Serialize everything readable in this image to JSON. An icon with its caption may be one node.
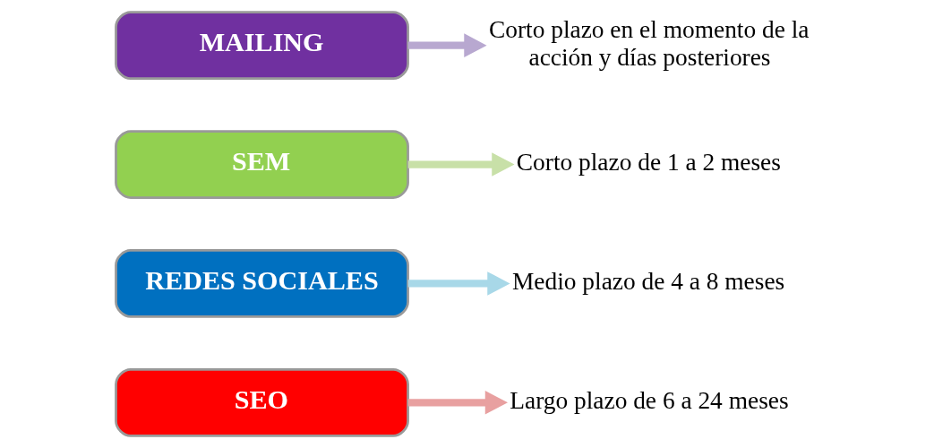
{
  "diagram": {
    "nodes": [
      {
        "text": [
          "SEO"
        ]
      },
      {
        "text": [
          "Largo plazo de 6 a 24 meses"
        ]
      },
      {
        "text": [
          "REDES SOCIALES"
        ]
      },
      {
        "text": [
          "Medio plazo de 4 a 8 meses"
        ]
      },
      {
        "text": [
          "SEM"
        ]
      },
      {
        "text": [
          "Corto plazo de 1 a 2 meses"
        ]
      },
      {
        "text": [
          "MAILING"
        ]
      },
      {
        "text": [
          "Corto plazo en el momento de la acción y días posteriores"
        ]
      }
    ],
    "edges": [
      {
        "from": 0,
        "to": 1,
        "arrow": "to",
        "color": "#e8a0a0"
      },
      {
        "from": 2,
        "to": 3,
        "arrow": "to",
        "color": "#a8d8e8"
      },
      {
        "from": 4,
        "to": 5,
        "arrow": "to",
        "color": "#c8e0a8"
      },
      {
        "from": 6,
        "to": 7,
        "arrow": "to",
        "color": "#b8a8d0"
      }
    ]
  }
}
